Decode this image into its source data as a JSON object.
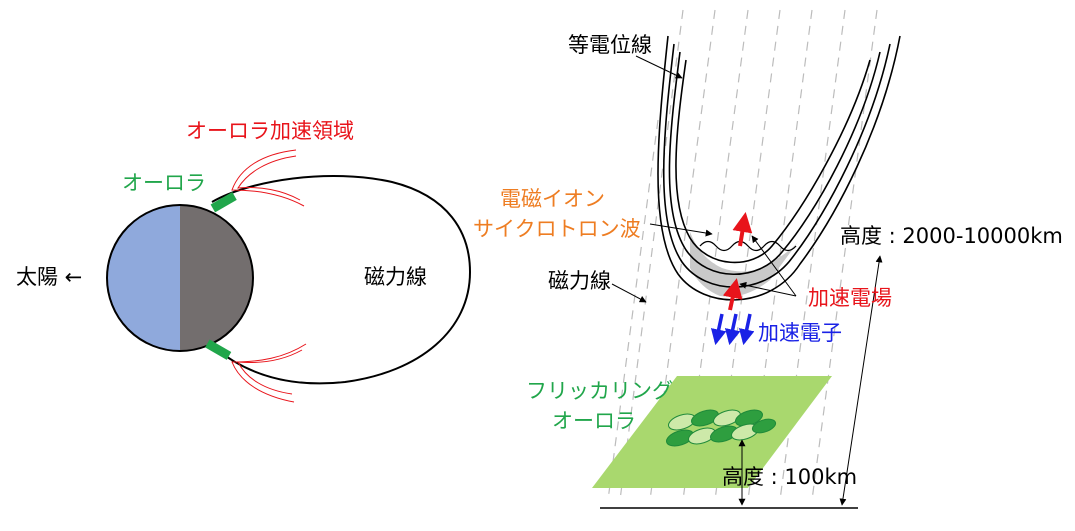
{
  "labels": {
    "sun": "太陽 ←",
    "aurora_left": "オーロラ",
    "acceleration_region": "オーロラ加速領域",
    "field_line_left": "磁力線",
    "equipotential": "等電位線",
    "emic_line1": "電磁イオン",
    "emic_line2": "サイクロトロン波",
    "field_line_right": "磁力線",
    "accel_field": "加速電場",
    "accel_electrons": "加速電子",
    "high_alt": "高度 : 2000-10000km",
    "flicker_line1": "フリッカリング",
    "flicker_line2": "オーロラ",
    "low_alt": "高度 : 100km"
  },
  "colors": {
    "day_side": "#8fa9dc",
    "night_side": "#736e6e",
    "aurora_green": "#21a64b",
    "red": "#e8141b",
    "orange": "#ee7d22",
    "blue": "#1a22e6",
    "light_green": "#a9d86e",
    "gray_region": "#c9c9c9"
  }
}
